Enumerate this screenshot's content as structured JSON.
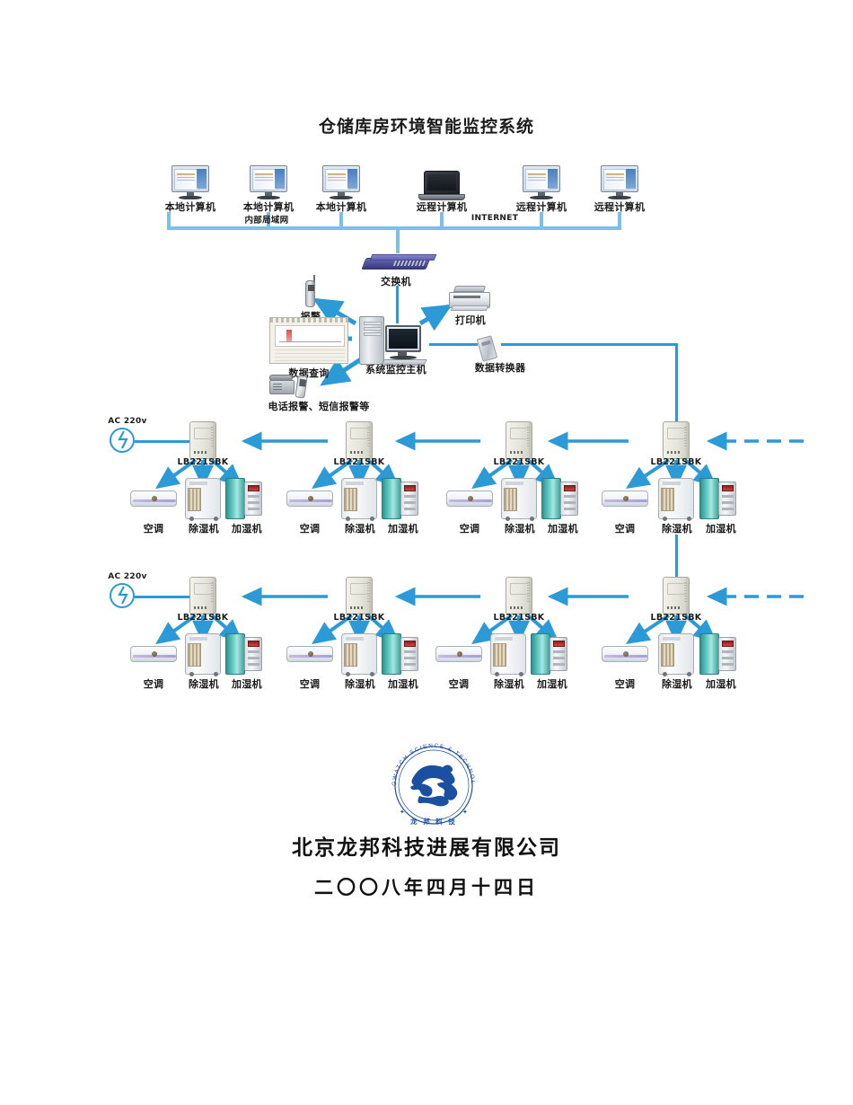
{
  "title": "仓储库房环境智能监控系统",
  "network": {
    "lan_label": "内部局域网",
    "internet_label": "INTERNET",
    "local_computers": [
      {
        "label": "本地计算机"
      },
      {
        "label": "本地计算机"
      },
      {
        "label": "本地计算机"
      }
    ],
    "remote_computers": [
      {
        "label": "远程计算机",
        "type": "laptop"
      },
      {
        "label": "远程计算机",
        "type": "monitor"
      },
      {
        "label": "远程计算机",
        "type": "monitor"
      }
    ],
    "switch_label": "交换机"
  },
  "center": {
    "host_label": "系统监控主机",
    "alarm_label": "报警",
    "printer_label": "打印机",
    "data_query_label": "数据查询",
    "phone_sms_label": "电话报警、短信报警等",
    "converter_label": "数据转换器"
  },
  "power": {
    "ac_label": "AC  220v"
  },
  "controller": {
    "model": "LB221SBK"
  },
  "appliances": {
    "air_conditioner": "空调",
    "dehumidifier": "除湿机",
    "humidifier": "加湿机"
  },
  "rows": [
    {
      "ac_label": "AC  220v",
      "groups": [
        {
          "controller": "LB221SBK",
          "devices": [
            "空调",
            "除湿机",
            "加湿机"
          ]
        },
        {
          "controller": "LB221SBK",
          "devices": [
            "空调",
            "除湿机",
            "加湿机"
          ]
        },
        {
          "controller": "LB221SBK",
          "devices": [
            "空调",
            "除湿机",
            "加湿机"
          ]
        },
        {
          "controller": "LB221SBK",
          "devices": [
            "空调",
            "除湿机",
            "加湿机"
          ]
        }
      ]
    },
    {
      "ac_label": "AC  220v",
      "groups": [
        {
          "controller": "LB221SBK",
          "devices": [
            "空调",
            "除湿机",
            "加湿机"
          ]
        },
        {
          "controller": "LB221SBK",
          "devices": [
            "空调",
            "除湿机",
            "加湿机"
          ]
        },
        {
          "controller": "LB221SBK",
          "devices": [
            "空调",
            "除湿机",
            "加湿机"
          ]
        },
        {
          "controller": "LB221SBK",
          "devices": [
            "空调",
            "除湿机",
            "加湿机"
          ]
        }
      ]
    }
  ],
  "logo": {
    "text_top": "LONGWATCH  SCIENCE  &  TECHNOLOGY",
    "text_bottom": "龙 邦 科 技"
  },
  "footer": {
    "company": "北京龙邦科技进展有限公司",
    "date": "二〇〇八年四月十四日"
  },
  "colors": {
    "line": "#2b9ad6",
    "line_light": "#7cc0e8",
    "logo": "#1b4fa0",
    "text": "#1a1a1a"
  }
}
